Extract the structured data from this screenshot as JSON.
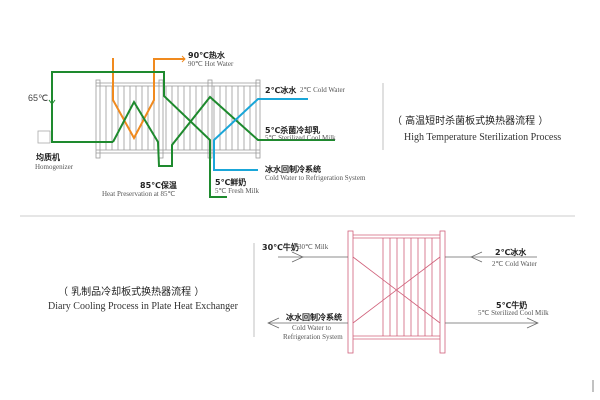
{
  "top": {
    "title_cn": "（ 高温短时杀菌板式换热器流程 ）",
    "title_en": "High Temperature Sterilization Process",
    "hot_water_cn": "90℃热水",
    "hot_water_en": "90℃ Hot Water",
    "temp_65": "65℃",
    "homogenizer_cn": "均质机",
    "homogenizer_en": "Homogenizer",
    "holding_cn": "85℃保温",
    "holding_en": "Heat Preservation at 85℃",
    "fresh_milk_cn": "5℃鲜奶",
    "fresh_milk_en": "5℃ Fresh Milk",
    "cold_water_cn": "2℃冰水",
    "cold_water_en": "2℃ Cold Water",
    "sterilized_cn": "5℃杀菌冷却乳",
    "sterilized_en": "5℃ Sterilized Cool Milk",
    "return_cn": "冰水回制冷系统",
    "return_en": "Cold Water to Refrigeration System"
  },
  "bottom": {
    "title_cn": "（ 乳制品冷却板式换热器流程 ）",
    "title_en": "Diary Cooling Process in Plate Heat Exchanger",
    "milk_in_cn": "30℃牛奶",
    "milk_in_en": "30℃ Milk",
    "cold_water_cn": "2℃冰水",
    "cold_water_en": "2℃ Cold Water",
    "milk_out_cn": "5℃牛奶",
    "milk_out_en": "5℃ Sterilized Cool Milk",
    "return_cn": "冰水回制冷系统",
    "return_en_1": "Cold Water to",
    "return_en_2": "Refrigeration System"
  },
  "colors": {
    "milk": "#1e8a2e",
    "hot": "#f08a1e",
    "cold": "#1aa6d8",
    "frame": "#888888",
    "cooler": "#d0607a"
  }
}
